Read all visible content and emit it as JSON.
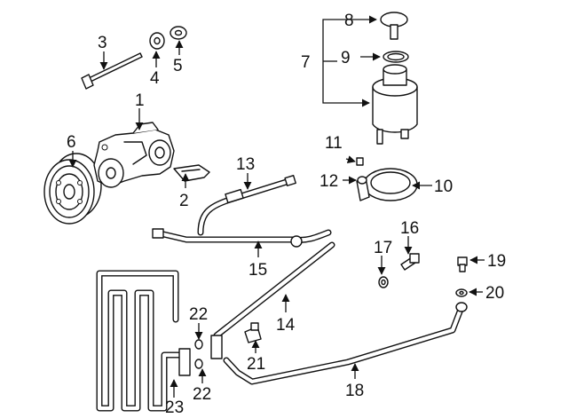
{
  "diagram": {
    "callouts": [
      {
        "id": "1",
        "label": "1"
      },
      {
        "id": "2",
        "label": "2"
      },
      {
        "id": "3",
        "label": "3"
      },
      {
        "id": "4",
        "label": "4"
      },
      {
        "id": "5",
        "label": "5"
      },
      {
        "id": "6",
        "label": "6"
      },
      {
        "id": "7",
        "label": "7"
      },
      {
        "id": "8",
        "label": "8"
      },
      {
        "id": "9",
        "label": "9"
      },
      {
        "id": "10",
        "label": "10"
      },
      {
        "id": "11",
        "label": "11"
      },
      {
        "id": "12",
        "label": "12"
      },
      {
        "id": "13",
        "label": "13"
      },
      {
        "id": "14",
        "label": "14"
      },
      {
        "id": "15",
        "label": "15"
      },
      {
        "id": "16",
        "label": "16"
      },
      {
        "id": "17",
        "label": "17"
      },
      {
        "id": "18",
        "label": "18"
      },
      {
        "id": "19",
        "label": "19"
      },
      {
        "id": "20",
        "label": "20"
      },
      {
        "id": "21",
        "label": "21"
      },
      {
        "id": "22a",
        "label": "22"
      },
      {
        "id": "22b",
        "label": "22"
      },
      {
        "id": "23",
        "label": "23"
      }
    ]
  }
}
